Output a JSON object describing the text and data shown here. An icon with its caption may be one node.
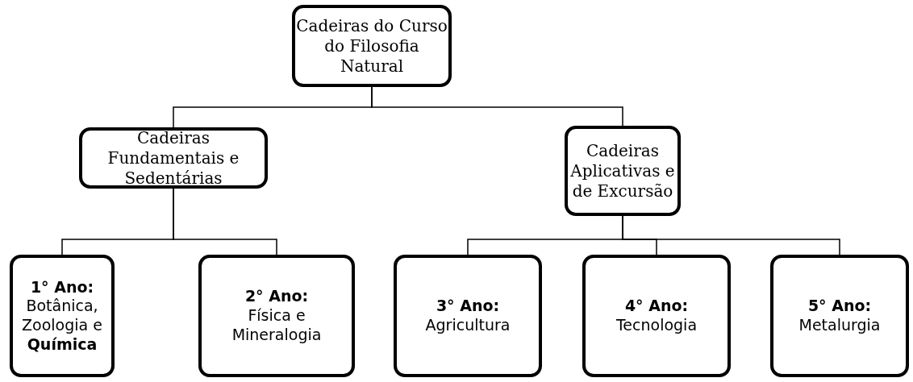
{
  "diagram": {
    "nodes": [
      {
        "text": [
          "Cadeiras do Curso do Filosofia Natural"
        ]
      },
      {
        "text": [
          "Cadeiras Fundamentais e Sedentárias"
        ]
      },
      {
        "text": [
          "Cadeiras Aplicativas e de Excursão"
        ]
      },
      {
        "text": [
          "1° Ano:",
          "Botânica, Zoologia e **Química**"
        ]
      },
      {
        "text": [
          "2° Ano:",
          "Física e Mineralogia"
        ]
      },
      {
        "text": [
          "3° Ano:",
          "Agricultura"
        ]
      },
      {
        "text": [
          "4° Ano:",
          "Tecnologia"
        ]
      },
      {
        "text": [
          "5° Ano:",
          "Metalurgia"
        ]
      }
    ],
    "edges": [
      {
        "from": 0,
        "to": 1,
        "arrow": "none"
      },
      {
        "from": 0,
        "to": 2,
        "arrow": "none"
      },
      {
        "from": 1,
        "to": 3,
        "arrow": "none"
      },
      {
        "from": 1,
        "to": 4,
        "arrow": "none"
      },
      {
        "from": 2,
        "to": 5,
        "arrow": "none"
      },
      {
        "from": 2,
        "to": 6,
        "arrow": "none"
      },
      {
        "from": 2,
        "to": 7,
        "arrow": "none"
      }
    ]
  }
}
